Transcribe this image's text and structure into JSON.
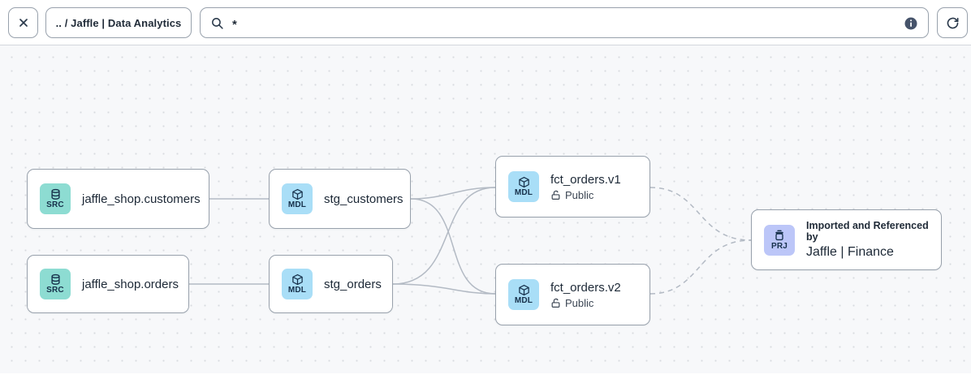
{
  "toolbar": {
    "breadcrumb_label": ".. / Jaffle | Data Analytics",
    "search_value": "*",
    "icons": [
      "close-icon",
      "search-icon",
      "info-icon",
      "refresh-icon"
    ]
  },
  "graph": {
    "nodes": [
      {
        "id": "src_customers",
        "type": "source",
        "badge": "SRC",
        "icon": "database-icon",
        "title": "jaffle_shop.customers"
      },
      {
        "id": "src_orders",
        "type": "source",
        "badge": "SRC",
        "icon": "database-icon",
        "title": "jaffle_shop.orders"
      },
      {
        "id": "stg_customers",
        "type": "model",
        "badge": "MDL",
        "icon": "cube-icon",
        "title": "stg_customers"
      },
      {
        "id": "stg_orders",
        "type": "model",
        "badge": "MDL",
        "icon": "cube-icon",
        "title": "stg_orders"
      },
      {
        "id": "fct_orders_v1",
        "type": "model",
        "badge": "MDL",
        "icon": "cube-icon",
        "title": "fct_orders.v1",
        "access": "Public",
        "access_icon": "unlock-icon"
      },
      {
        "id": "fct_orders_v2",
        "type": "model",
        "badge": "MDL",
        "icon": "cube-icon",
        "title": "fct_orders.v2",
        "access": "Public",
        "access_icon": "unlock-icon"
      },
      {
        "id": "prj_finance",
        "type": "project",
        "badge": "PRJ",
        "icon": "project-icon",
        "subtitle": "Imported and Referenced by",
        "title": "Jaffle | Finance"
      }
    ],
    "edges": [
      {
        "from": "src_customers",
        "to": "stg_customers",
        "style": "solid"
      },
      {
        "from": "src_orders",
        "to": "stg_orders",
        "style": "solid"
      },
      {
        "from": "stg_customers",
        "to": "fct_orders_v1",
        "style": "solid"
      },
      {
        "from": "stg_customers",
        "to": "fct_orders_v2",
        "style": "solid"
      },
      {
        "from": "stg_orders",
        "to": "fct_orders_v1",
        "style": "solid"
      },
      {
        "from": "stg_orders",
        "to": "fct_orders_v2",
        "style": "solid"
      },
      {
        "from": "fct_orders_v1",
        "to": "prj_finance",
        "style": "dashed"
      },
      {
        "from": "fct_orders_v2",
        "to": "prj_finance",
        "style": "dashed"
      }
    ]
  },
  "colors": {
    "source_badge": "#8ddcd2",
    "model_badge": "#a9def7",
    "project_badge": "#bcc6f8",
    "canvas_bg": "#f7f8fa",
    "canvas_dot": "#d8dbe0",
    "edge": "#b3bac4",
    "node_border": "#98a1ac",
    "text_dark": "#1c2836",
    "info_icon_bg": "#46536a"
  }
}
